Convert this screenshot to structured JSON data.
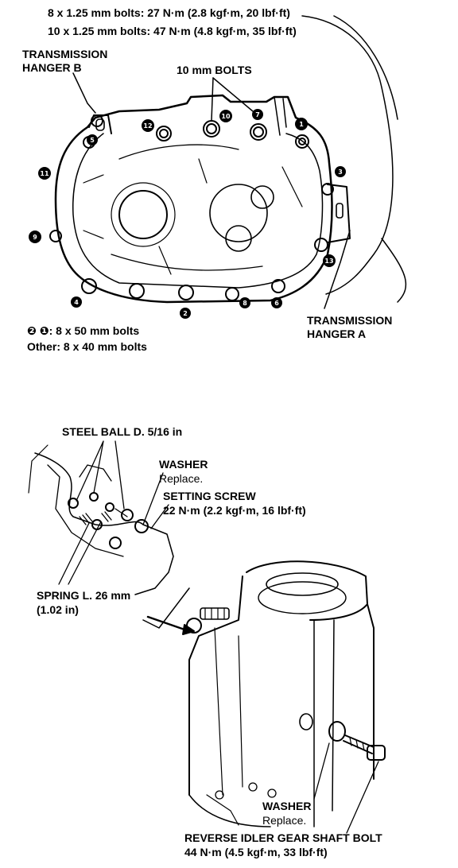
{
  "torque_specs": {
    "line1": "8 x 1.25 mm bolts: 27 N·m (2.8 kgf·m, 20 lbf·ft)",
    "line2": "10 x 1.25 mm bolts: 47 N·m (4.8 kgf·m, 35 lbf·ft)"
  },
  "upper_diagram": {
    "hanger_b_line1": "TRANSMISSION",
    "hanger_b_line2": "HANGER B",
    "bolts_10mm": "10 mm BOLTS",
    "hanger_a_line1": "TRANSMISSION",
    "hanger_a_line2": "HANGER A",
    "bolt_numbers": [
      "1",
      "2",
      "3",
      "4",
      "5",
      "6",
      "7",
      "8",
      "9",
      "10",
      "11",
      "12",
      "13"
    ],
    "note_line1_marks": "❷ ❶",
    "note_line1_text": ": 8 x 50 mm bolts",
    "note_line2": "Other: 8 x 40 mm bolts"
  },
  "lower_diagram": {
    "steel_ball": "STEEL BALL D. 5/16 in",
    "washer_1": "WASHER",
    "washer_1_note": "Replace.",
    "setting_screw": "SETTING SCREW",
    "setting_screw_torque": "22 N·m (2.2 kgf·m, 16 lbf·ft)",
    "spring_line1": "SPRING L. 26 mm",
    "spring_line2": "(1.02 in)",
    "washer_2": "WASHER",
    "washer_2_note": "Replace.",
    "reverse_bolt": "REVERSE IDLER GEAR SHAFT BOLT",
    "reverse_bolt_torque": "44 N·m (4.5 kgf·m, 33 lbf·ft)"
  }
}
